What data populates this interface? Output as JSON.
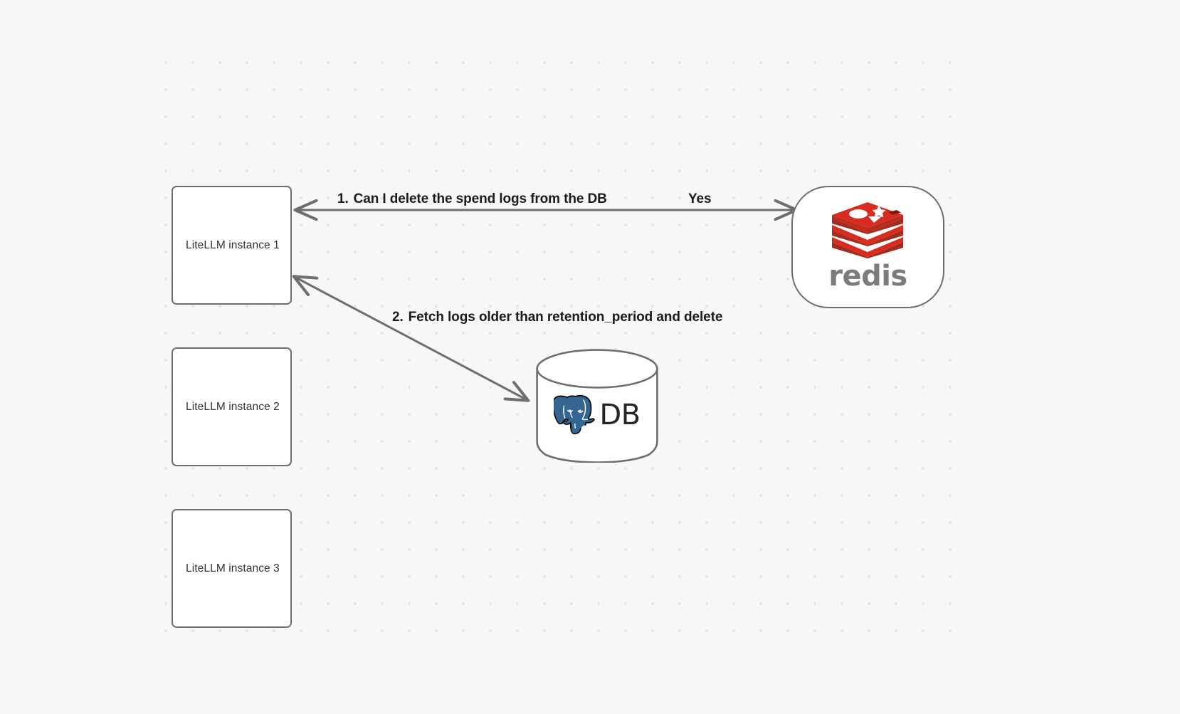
{
  "canvas": {
    "background_color": "#f7f7f7",
    "grid_dot_color": "#e4e4e6",
    "stroke_color": "#6e6e6e"
  },
  "nodes": [
    {
      "id": "litellm-1",
      "label": "LiteLLM instance 1",
      "shape": "rounded-rect"
    },
    {
      "id": "litellm-2",
      "label": "LiteLLM instance 2",
      "shape": "rounded-rect"
    },
    {
      "id": "litellm-3",
      "label": "LiteLLM instance 3",
      "shape": "rounded-rect"
    },
    {
      "id": "redis",
      "label": "redis",
      "shape": "stadium",
      "logo": "redis-logo",
      "logo_color": "#d82c20",
      "text_color": "#7b7b7b"
    },
    {
      "id": "db",
      "label": "DB",
      "shape": "cylinder",
      "logo": "postgresql-elephant-logo",
      "logo_color": "#336791"
    }
  ],
  "edges": [
    {
      "id": "edge-1",
      "from": "litellm-1",
      "to": "redis",
      "direction": "bidirectional",
      "label_number": "1.",
      "label": "Can I delete the spend logs from the DB",
      "reply_label": "Yes"
    },
    {
      "id": "edge-2",
      "from": "litellm-1",
      "to": "db",
      "direction": "bidirectional",
      "label_number": "2.",
      "label": "Fetch logs older than retention_period and delete"
    }
  ]
}
